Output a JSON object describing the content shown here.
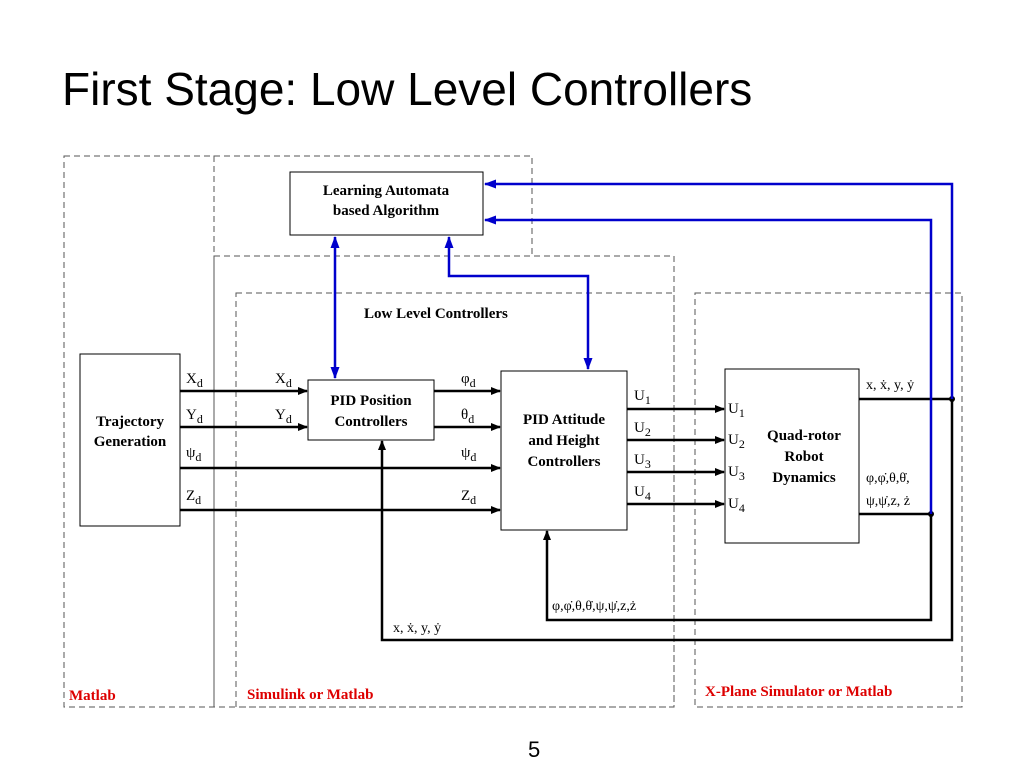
{
  "title": "First Stage: Low Level Controllers",
  "page_number": "5",
  "colors": {
    "feedback_arrow": "#0000cc",
    "region_label": "#dd0000",
    "line": "#000000"
  },
  "regions": {
    "matlab": "Matlab",
    "simulink": "Simulink or Matlab",
    "xplane": "X-Plane Simulator or Matlab",
    "low_level": "Low Level Controllers"
  },
  "blocks": {
    "learning": [
      "Learning Automata",
      "based Algorithm"
    ],
    "trajectory": [
      "Trajectory",
      "Generation"
    ],
    "pid_position": [
      "PID Position",
      "Controllers"
    ],
    "pid_attitude": [
      "PID Attitude",
      "and Height",
      "Controllers"
    ],
    "quadrotor": [
      "Quad-rotor",
      "Robot",
      "Dynamics"
    ]
  },
  "signals": {
    "traj_out": [
      {
        "base": "X",
        "sub": "d"
      },
      {
        "base": "Y",
        "sub": "d"
      },
      {
        "base": "ψ",
        "sub": "d"
      },
      {
        "base": "Z",
        "sub": "d"
      }
    ],
    "pos_in": [
      {
        "base": "X",
        "sub": "d"
      },
      {
        "base": "Y",
        "sub": "d"
      }
    ],
    "att_in": [
      {
        "base": "φ",
        "sub": "d"
      },
      {
        "base": "θ",
        "sub": "d"
      },
      {
        "base": "ψ",
        "sub": "d"
      },
      {
        "base": "Z",
        "sub": "d"
      }
    ],
    "att_out": [
      {
        "base": "U",
        "sub": "1"
      },
      {
        "base": "U",
        "sub": "2"
      },
      {
        "base": "U",
        "sub": "3"
      },
      {
        "base": "U",
        "sub": "4"
      }
    ],
    "quad_in": [
      {
        "base": "U",
        "sub": "1"
      },
      {
        "base": "U",
        "sub": "2"
      },
      {
        "base": "U",
        "sub": "3"
      },
      {
        "base": "U",
        "sub": "4"
      }
    ]
  },
  "feedback": {
    "quad_out_position": "x, ẋ, y, ẏ",
    "quad_out_attitude_1": "φ,φ̇,θ,θ̇,",
    "quad_out_attitude_2": "ψ,ψ̇,z, ż",
    "attitude_loop": "φ,φ̇,θ,θ̇,ψ,ψ̇,z,ż",
    "position_loop": "x, ẋ, y, ẏ"
  }
}
